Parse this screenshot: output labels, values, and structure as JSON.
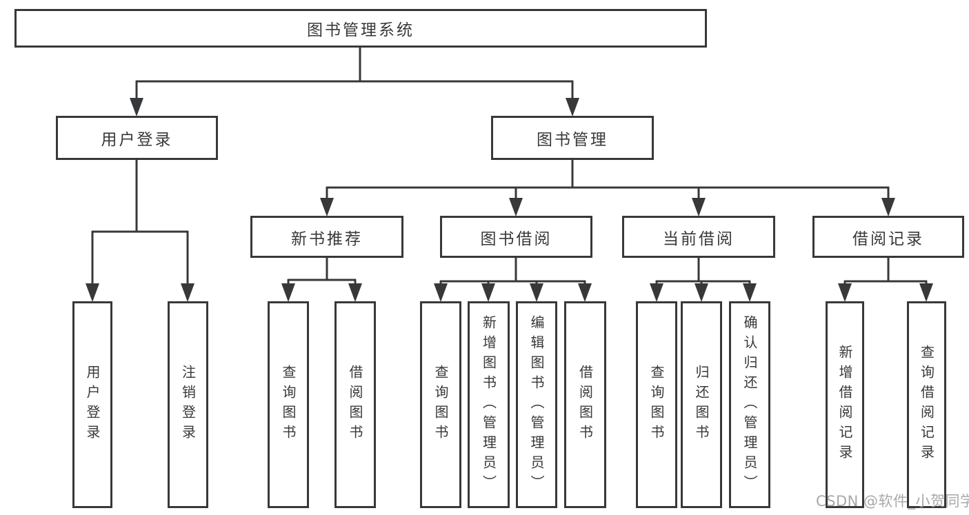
{
  "watermark": "CSDN @软件_小贺同学",
  "colors": {
    "line": "#37383a",
    "box_background": "#ffffff",
    "watermark": "#9d9d9d",
    "page_background": "#ffffff"
  },
  "tree": {
    "label": "图书管理系统",
    "children": [
      {
        "label": "用户登录",
        "children": [
          {
            "label": "用户登录"
          },
          {
            "label": "注销登录"
          }
        ]
      },
      {
        "label": "图书管理",
        "children": [
          {
            "label": "新书推荐",
            "children": [
              {
                "label": "查询图书"
              },
              {
                "label": "借阅图书"
              }
            ]
          },
          {
            "label": "图书借阅",
            "children": [
              {
                "label": "查询图书"
              },
              {
                "label": "新增图书（管理员）"
              },
              {
                "label": "编辑图书（管理员）"
              },
              {
                "label": "借阅图书"
              }
            ]
          },
          {
            "label": "当前借阅",
            "children": [
              {
                "label": "查询图书"
              },
              {
                "label": "归还图书"
              },
              {
                "label": "确认归还（管理员）"
              }
            ]
          },
          {
            "label": "借阅记录",
            "children": [
              {
                "label": "新增借阅记录"
              },
              {
                "label": "查询借阅记录"
              }
            ]
          }
        ]
      }
    ]
  }
}
